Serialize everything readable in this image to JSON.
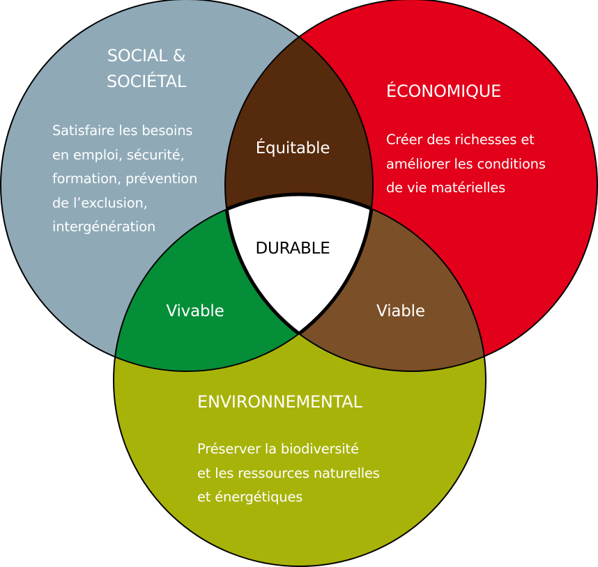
{
  "diagram": {
    "type": "venn",
    "circles": [
      {
        "id": "social",
        "title_lines": [
          "SOCIAL &",
          "SOCIÉTAL"
        ],
        "description_lines": [
          "Satisfaire les besoins",
          "en emploi, sécurité,",
          "formation, prévention",
          "de l’exclusion,",
          "intergénération"
        ],
        "color": "#8FA9B7"
      },
      {
        "id": "economique",
        "title_lines": [
          "ÉCONOMIQUE"
        ],
        "description_lines": [
          "Créer des richesses et",
          "améliorer les conditions",
          "de vie matérielles"
        ],
        "color": "#E2001A"
      },
      {
        "id": "environnemental",
        "title_lines": [
          "ENVIRONNEMENTAL"
        ],
        "description_lines": [
          "Préserver la biodiversité",
          "et les ressources naturelles",
          "et énergétiques"
        ],
        "color": "#A8B30A"
      }
    ],
    "intersections": {
      "social_economique": {
        "label": "Équitable",
        "color": "#562A0C"
      },
      "social_environnemental": {
        "label": "Vivable",
        "color": "#058E38"
      },
      "economique_environnemental": {
        "label": "Viable",
        "color": "#7B4F27"
      },
      "center": {
        "label": "DURABLE",
        "color": "#FFFFFF",
        "text_color": "#000000"
      }
    },
    "outline_color": "#000000"
  }
}
